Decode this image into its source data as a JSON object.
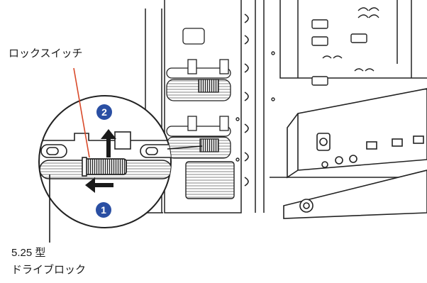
{
  "labels": {
    "lock_switch": "ロックスイッチ",
    "drive_size": "5.25 型",
    "drive_lock": "ドライブロック"
  },
  "steps": [
    {
      "number": "2",
      "meaning": "upward-arrow"
    },
    {
      "number": "1",
      "meaning": "leftward-arrow"
    }
  ],
  "colors": {
    "step_badge": "#2a4fa3",
    "line": "#1a1a1a",
    "switch_highlight": "#d94a2a"
  }
}
